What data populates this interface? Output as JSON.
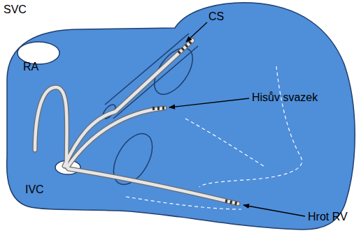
{
  "diagram": {
    "labels": [
      "SVC",
      "RA",
      "IVC",
      "CS",
      "Hisův svazek",
      "Hrot RV"
    ]
  }
}
